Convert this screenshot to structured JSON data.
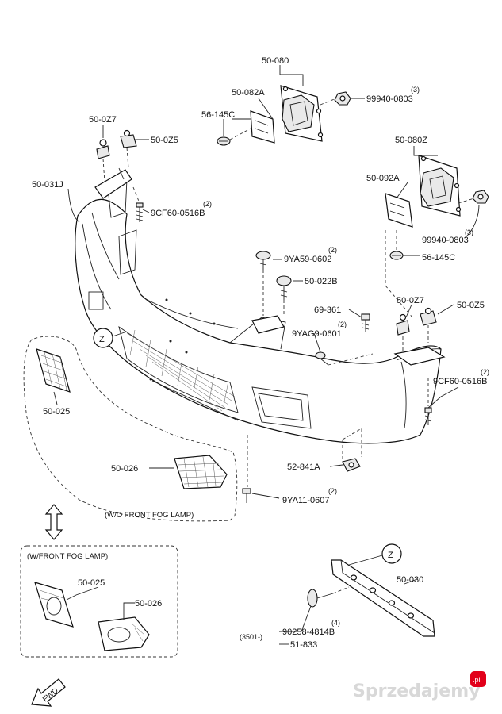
{
  "labels": {
    "bracket_rh": "50-080",
    "bracket_rh_sub": "50-082A",
    "nut_rh": "99940-0803",
    "nut_rh_qty": "(3)",
    "clip_rh": "56-145C",
    "clip_lh_upper": "50-0Z7",
    "retainer_lh_upper": "50-0Z5",
    "bumper": "50-031J",
    "screw_lh": "9CF60-0516B",
    "screw_lh_qty": "(2)",
    "bracket_lh": "50-080Z",
    "bracket_lh_sub": "50-092A",
    "nut_lh": "99940-0803",
    "nut_lh_qty": "(3)",
    "clip_lh": "56-145C",
    "clip_center": "9YA59-0602",
    "clip_center_qty": "(2)",
    "fastener_center": "50-022B",
    "bolt": "69-361",
    "screw_center": "9YAG9-0601",
    "screw_center_qty": "(2)",
    "clip_rh_lower": "50-0Z7",
    "retainer_rh_lower": "50-0Z5",
    "screw_rh": "9CF60-0516B",
    "screw_rh_qty": "(2)",
    "grille_lh": "50-025",
    "grille_rh": "50-026",
    "clip_bottom": "52-841A",
    "screw_bottom": "9YA11-0607",
    "screw_bottom_qty": "(2)",
    "no_fog_box": "(W/O FRONT FOG LAMP)",
    "fog_box": "(W/FRONT FOG LAMP)",
    "fog_grille_lh": "50-025",
    "fog_grille_rh": "50-026",
    "absorber": "50-030",
    "fastener_absorber": "90258-4814B",
    "fastener_absorber_qty": "(4)",
    "ref_code": "(3501-)",
    "fastener_ref": "51-833",
    "ref_marker_1": "Z",
    "ref_marker_2": "Z",
    "fwd": "FWD"
  },
  "watermark": {
    "text": "Sprzedajemy",
    "badge": ".pl",
    "badge_color": "#e2001a"
  }
}
